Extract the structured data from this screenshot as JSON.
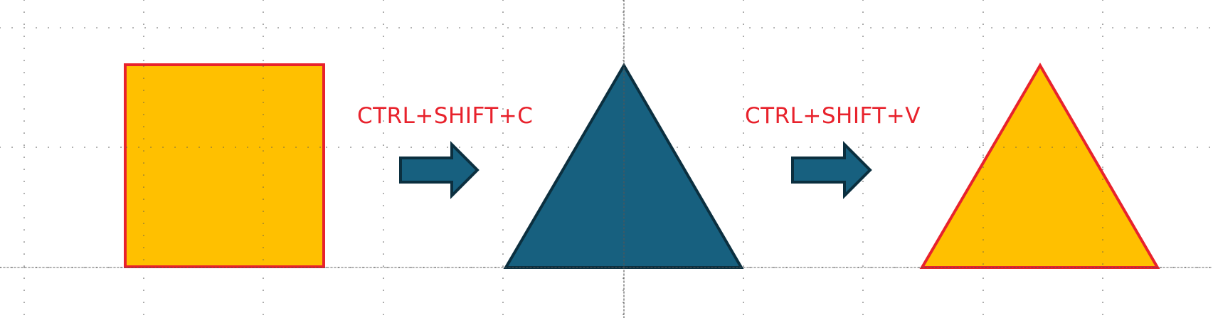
{
  "steps": {
    "copy_label": "CTRL+SHIFT+C",
    "paste_label": "CTRL+SHIFT+V"
  },
  "shapes": [
    {
      "name": "source-square",
      "shape": "rectangle",
      "fill": "#FFC000",
      "outline": "#E8222C"
    },
    {
      "name": "target-triangle-before",
      "shape": "triangle",
      "fill": "#17607F",
      "outline": "#0B2F3F"
    },
    {
      "name": "target-triangle-after",
      "shape": "triangle",
      "fill": "#FFC000",
      "outline": "#E8222C"
    }
  ],
  "arrows": [
    {
      "name": "copy-arrow-icon",
      "fill": "#17607F",
      "outline": "#0B2F3F"
    },
    {
      "name": "paste-arrow-icon",
      "fill": "#17607F",
      "outline": "#0B2F3F"
    }
  ],
  "colors": {
    "label_text": "#E8222C",
    "grid": "#555555"
  }
}
